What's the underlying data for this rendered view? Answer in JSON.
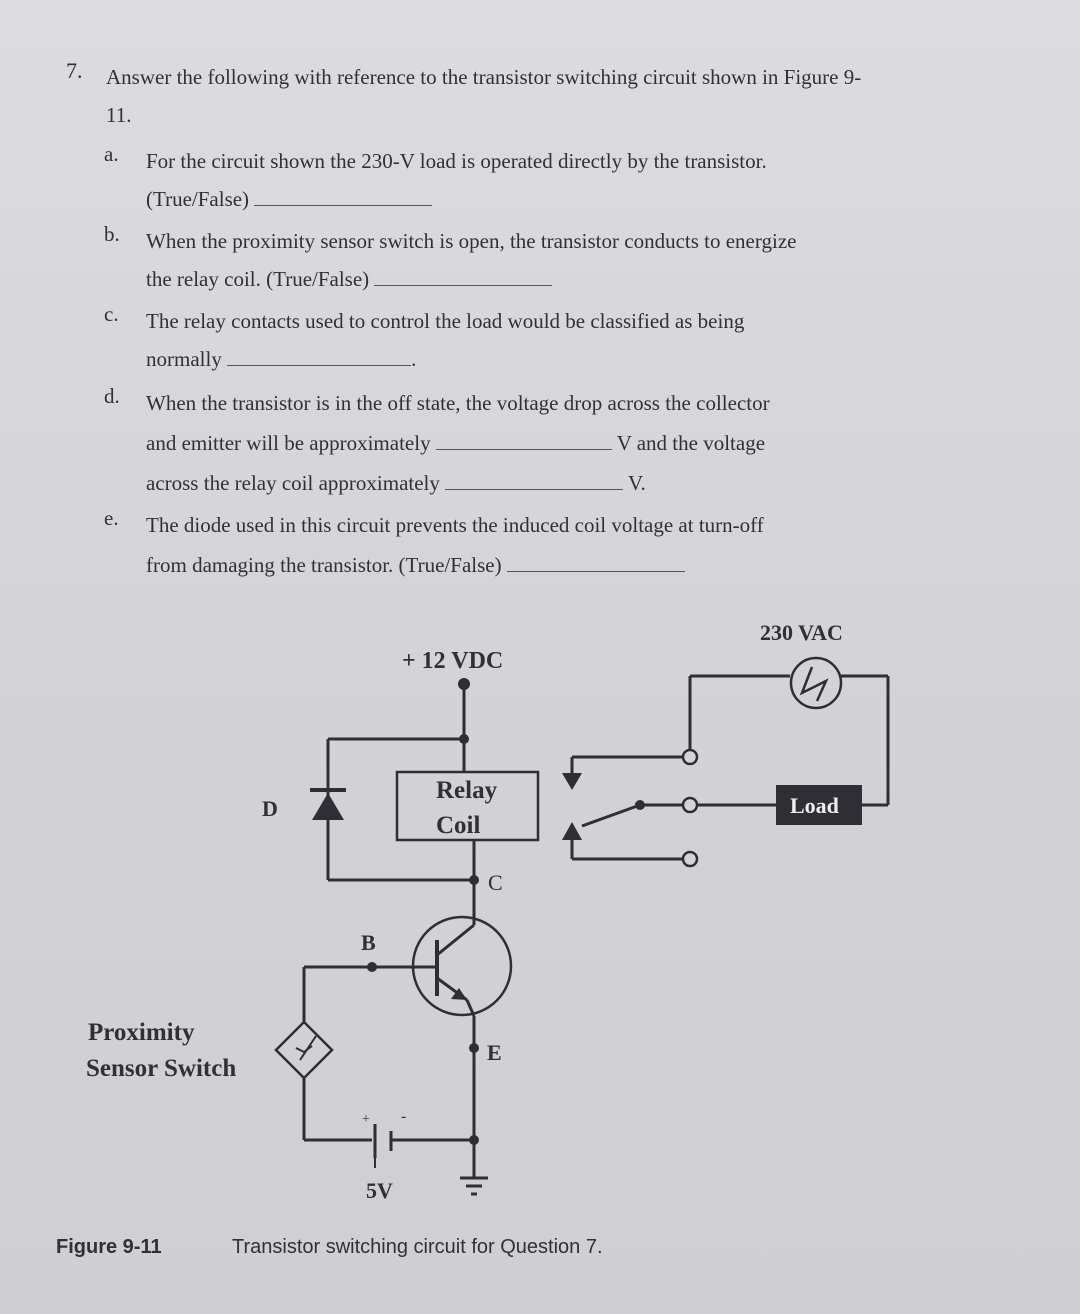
{
  "question": {
    "number": "7.",
    "intro": "Answer the following with reference to the transistor switching circuit shown in Figure 9-11.",
    "items": [
      {
        "letter": "a.",
        "line1": "For the circuit shown the 230-V load is operated directly by the transistor.",
        "line2": "(True/False)"
      },
      {
        "letter": "b.",
        "line1": "When the proximity sensor switch is open, the transistor conducts to energize",
        "line2": "the relay coil. (True/False)"
      },
      {
        "letter": "c.",
        "line1": "The relay contacts used to control the load would be classified as being",
        "line2": "normally",
        "line2_end": "."
      },
      {
        "letter": "d.",
        "line1": "When the transistor is in the off state, the voltage drop across the collector",
        "line2a": "and emitter will be approximately",
        "line2b": "V and the voltage",
        "line3a": "across the relay coil approximately",
        "line3b": "V."
      },
      {
        "letter": "e.",
        "line1": "The diode used in this circuit prevents the induced coil voltage at turn-off",
        "line2": "from damaging the transistor. (True/False)"
      }
    ]
  },
  "diagram": {
    "supply_label": "+ 12 VDC",
    "ac_label": "230 VAC",
    "relay_line1": "Relay",
    "relay_line2": "Coil",
    "load_label": "Load",
    "diode_label": "D",
    "base_label": "B",
    "collector_label": "C",
    "emitter_label": "E",
    "sensor_line1": "Proximity",
    "sensor_line2": "Sensor Switch",
    "battery_label": "5V",
    "battery_plus": "+",
    "battery_minus": "-"
  },
  "caption": {
    "label": "Figure 9-11",
    "text": "Transistor switching circuit for Question 7."
  }
}
